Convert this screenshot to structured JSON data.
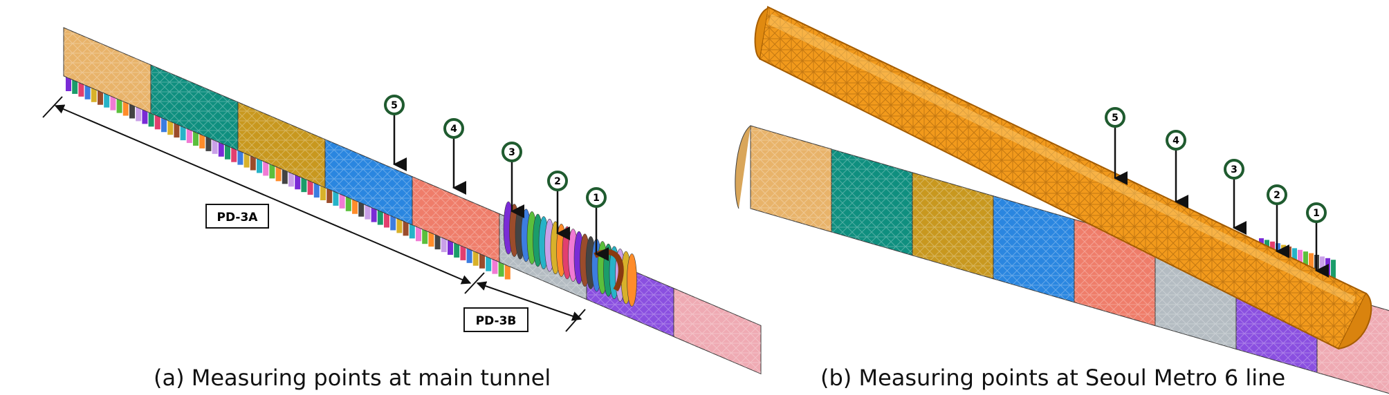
{
  "panel_a": {
    "caption": "(a) Measuring points at main tunnel",
    "labels": {
      "pd3a": "PD-3A",
      "pd3b": "PD-3B"
    },
    "markers": [
      "5",
      "4",
      "3",
      "2",
      "1"
    ],
    "segment_colors": [
      "#e8b36a",
      "#0f8f7f",
      "#c8981f",
      "#2a86e0",
      "#ef7d6a",
      "#b4bcc2",
      "#8a4fe0",
      "#efaab3"
    ]
  },
  "panel_b": {
    "caption": "(b) Measuring points at Seoul Metro 6 line",
    "markers": [
      "5",
      "4",
      "3",
      "2",
      "1"
    ],
    "segment_colors": [
      "#e8b36a",
      "#0f8f7f",
      "#c8981f",
      "#2a86e0",
      "#ef7d6a",
      "#b4bcc2",
      "#8a4fe0",
      "#efaab3"
    ],
    "crossing_tunnel_color": "#f29a1c"
  }
}
